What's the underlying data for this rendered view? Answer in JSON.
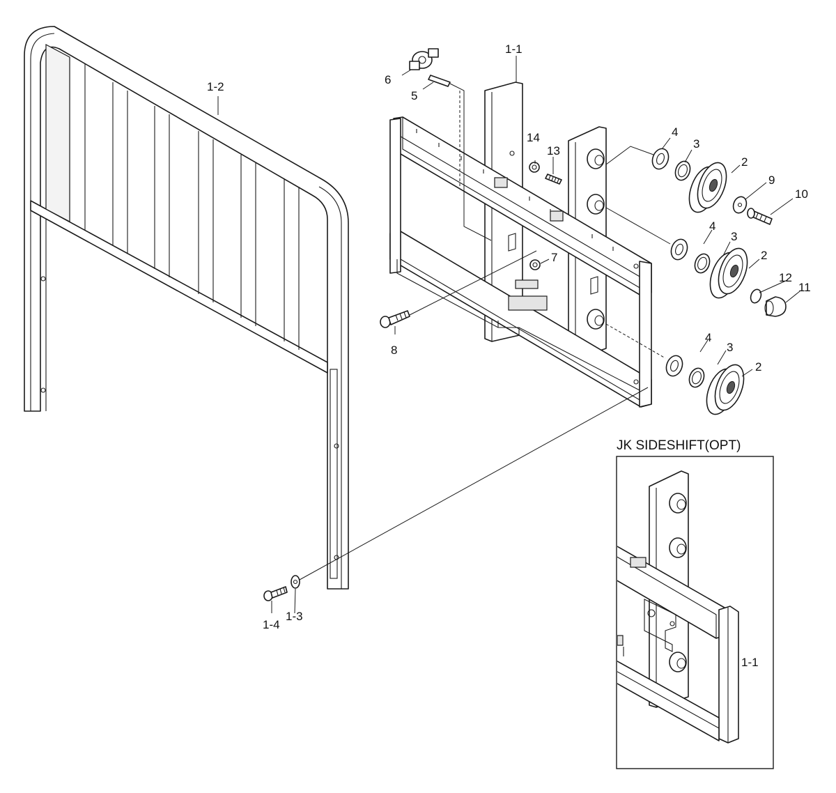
{
  "inset": {
    "title": "JK SIDESHIFT(OPT)",
    "label": "1-1"
  },
  "labels": {
    "p1_1": "1-1",
    "p1_2": "1-2",
    "p1_3": "1-3",
    "p1_4": "1-4",
    "p2a": "2",
    "p2b": "2",
    "p2c": "2",
    "p3a": "3",
    "p3b": "3",
    "p3c": "3",
    "p4a": "4",
    "p4b": "4",
    "p4c": "4",
    "p5": "5",
    "p6": "6",
    "p7": "7",
    "p8": "8",
    "p9": "9",
    "p10": "10",
    "p11": "11",
    "p12": "12",
    "p13": "13",
    "p14": "14"
  }
}
